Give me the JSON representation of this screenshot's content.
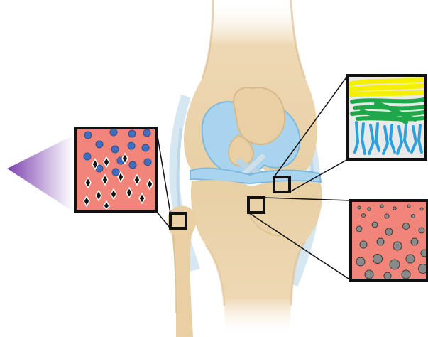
{
  "figure": {
    "subject": "knee-joint",
    "background": "#ffffff",
    "colors": {
      "bone": "#e8cfa4",
      "bone_shadow": "#d7b98b",
      "cartilage": "#a9d4ee",
      "cartilage_edge": "#7fb8dd",
      "ligament": "#cfe3ef",
      "callout_outline": "#111111",
      "tissue_pink": "#f2857a",
      "blue_cell": "#3f6fc0",
      "diamond_cell": "#111111",
      "gray_particle": "#8a8a8a",
      "layer_yellow": "#f5f000",
      "layer_green": "#1fa84a",
      "layer_blue": "#2aa2e0",
      "wedge_purple": "#8a52b8"
    },
    "callouts": [
      {
        "id": "tendon-insertion",
        "icon": "pink-tissue-with-blue-cells-and-diamond-cells"
      },
      {
        "id": "articular-cartilage",
        "icon": "zonal-layers-yellow-green-blue"
      },
      {
        "id": "subchondral-bone",
        "icon": "pink-tissue-with-gray-particles"
      }
    ]
  }
}
